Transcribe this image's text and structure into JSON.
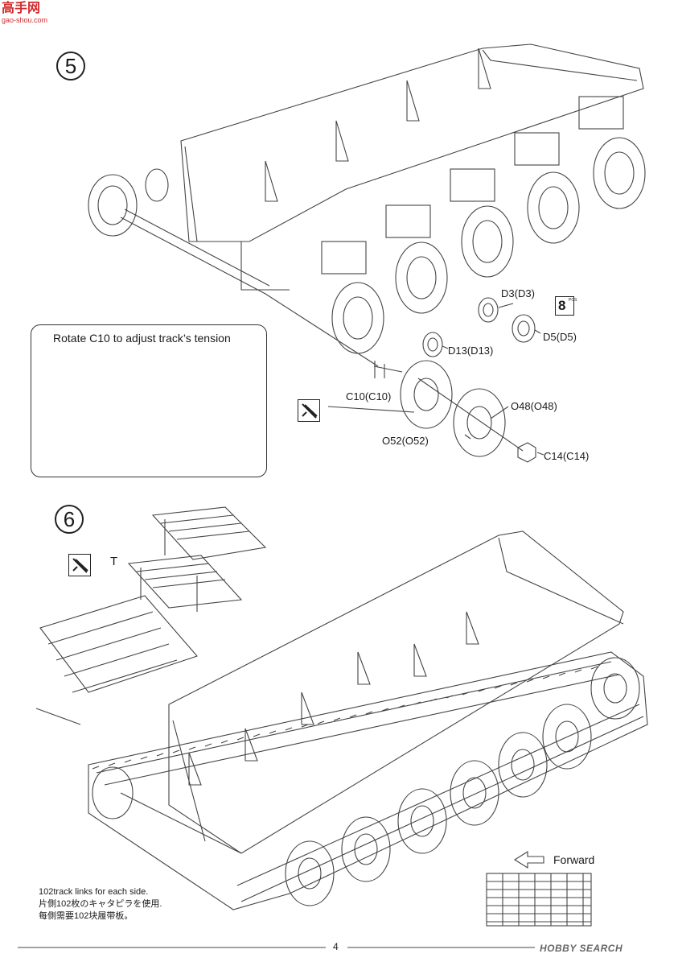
{
  "watermark_top": {
    "brand": "高手网",
    "url": "gao-shou.com"
  },
  "steps": {
    "step5": "5",
    "step6": "6"
  },
  "step5": {
    "inset_title": "Rotate C10 to adjust track’s tension",
    "parts": {
      "d3": "D3(D3)",
      "d5": "D5(D5)",
      "d13": "D13(D13)",
      "c10": "C10(C10)",
      "o48": "O48(O48)",
      "o52": "O52(O52)",
      "c14": "C14(C14)"
    },
    "quantity_badge": {
      "count": "8",
      "unit": "PCS"
    }
  },
  "step6": {
    "track_label": "T",
    "forward_label": "Forward",
    "note_lines": [
      "102track links for each side.",
      "片側102枚のキャタピラを使用.",
      "每側需要102块履带板。"
    ]
  },
  "page_number": "4",
  "watermark_bottom": "HOBBY SEARCH",
  "colors": {
    "ink": "#1a1a1a",
    "watermark_red": "#d22b2b",
    "watermark_blue": "#2b5fd2"
  }
}
